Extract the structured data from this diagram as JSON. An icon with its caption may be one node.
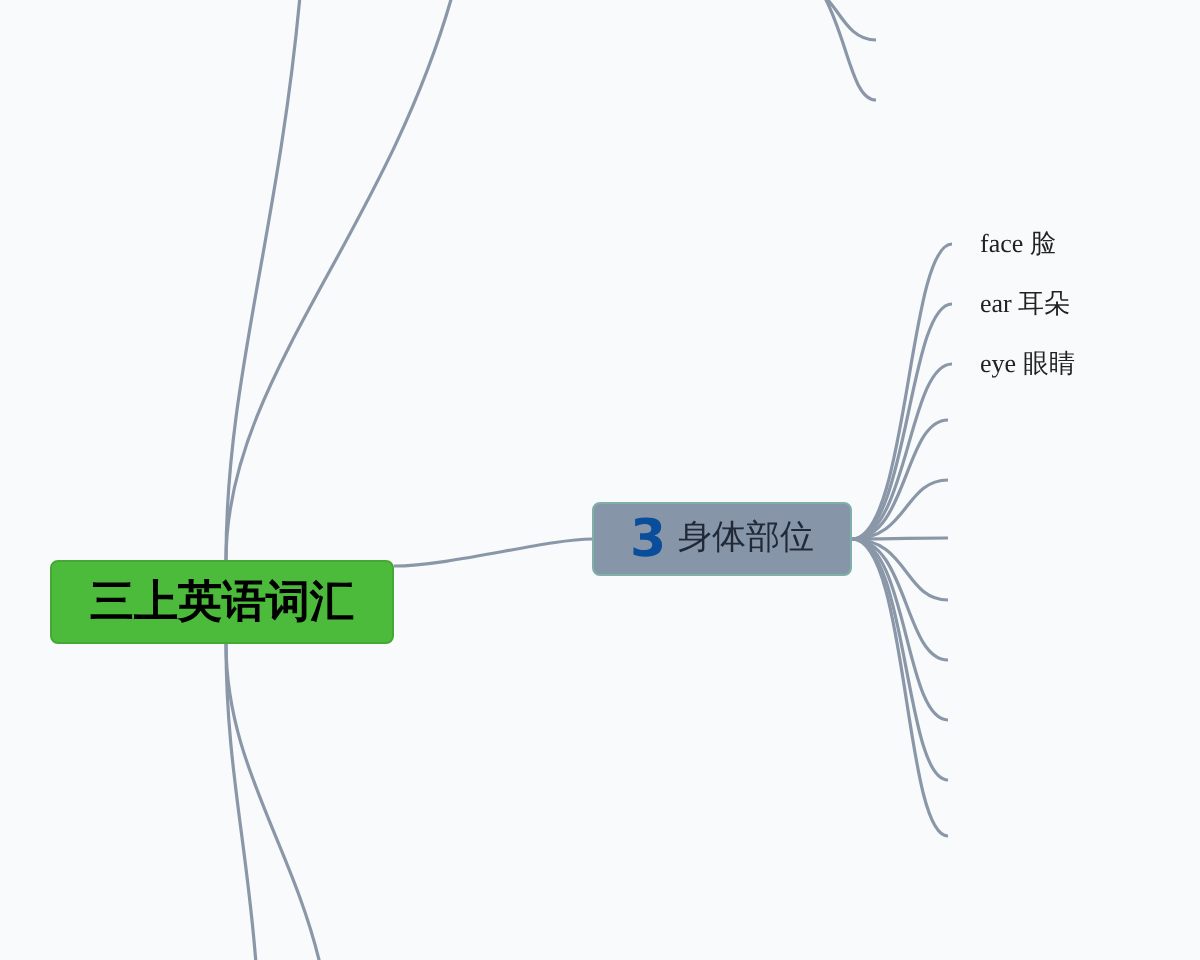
{
  "diagram": {
    "nodes": [
      {
        "text": [
          "三上英语词汇"
        ]
      },
      {
        "text": [
          "3",
          "身体部位"
        ]
      },
      {
        "text": [
          "face 脸"
        ]
      },
      {
        "text": [
          "ear 耳朵"
        ]
      },
      {
        "text": [
          "eye 眼睛"
        ]
      }
    ],
    "edges": [
      {
        "from": 0,
        "to": 1,
        "arrow": "none"
      },
      {
        "from": 0,
        "to": null,
        "arrow": "none"
      },
      {
        "from": 0,
        "to": null,
        "arrow": "none"
      },
      {
        "from": 0,
        "to": null,
        "arrow": "none"
      },
      {
        "from": 0,
        "to": null,
        "arrow": "none"
      },
      {
        "from": 1,
        "to": 2,
        "arrow": "none"
      },
      {
        "from": 1,
        "to": 3,
        "arrow": "none"
      },
      {
        "from": 1,
        "to": 4,
        "arrow": "none"
      },
      {
        "from": 1,
        "to": null,
        "arrow": "none"
      },
      {
        "from": 1,
        "to": null,
        "arrow": "none"
      },
      {
        "from": 1,
        "to": null,
        "arrow": "none"
      },
      {
        "from": 1,
        "to": null,
        "arrow": "none"
      },
      {
        "from": 1,
        "to": null,
        "arrow": "none"
      },
      {
        "from": 1,
        "to": null,
        "arrow": "none"
      },
      {
        "from": 1,
        "to": null,
        "arrow": "none"
      },
      {
        "from": 1,
        "to": null,
        "arrow": "none"
      }
    ]
  }
}
